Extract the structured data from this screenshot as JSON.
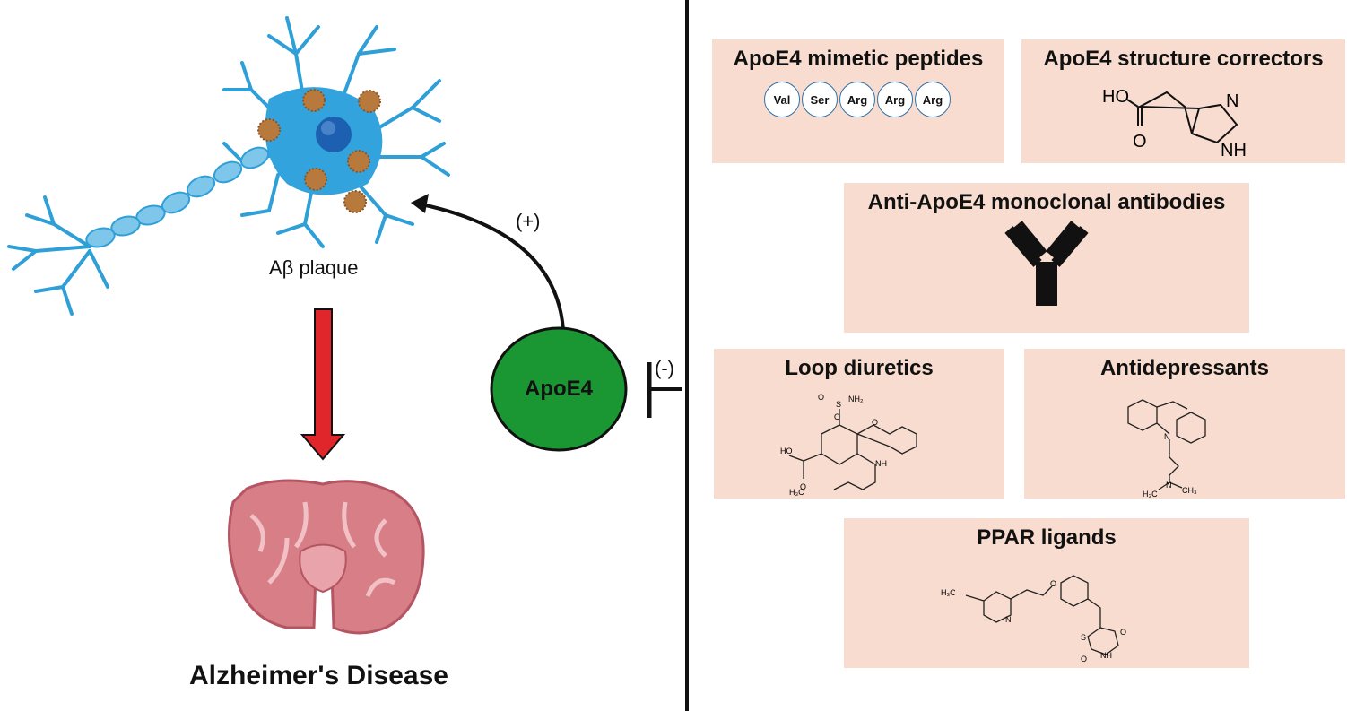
{
  "left": {
    "plaque_label": "Aβ plaque",
    "disease_label": "Alzheimer's Disease"
  },
  "center": {
    "apoe4_label": "ApoE4",
    "positive_sign": "(+)",
    "negative_sign": "(-)",
    "colors": {
      "apoe4_fill": "#1a9632",
      "arrow_red": "#e0262b"
    }
  },
  "panels": {
    "mimetic": {
      "title": "ApoE4 mimetic peptides",
      "residues": [
        "Val",
        "Ser",
        "Arg",
        "Arg",
        "Arg"
      ]
    },
    "correctors": {
      "title": "ApoE4 structure correctors",
      "atoms": [
        "HO",
        "O",
        "N",
        "NH"
      ]
    },
    "antibodies": {
      "title": "Anti-ApoE4 monoclonal antibodies"
    },
    "loop": {
      "title": "Loop diuretics",
      "atoms": [
        "O",
        "S",
        "NH₂",
        "O",
        "O",
        "HO",
        "O",
        "NH",
        "H₃C"
      ]
    },
    "antidepressants": {
      "title": "Antidepressants",
      "atoms": [
        "N",
        "N",
        "H₃C",
        "CH₃"
      ]
    },
    "ppar": {
      "title": "PPAR ligands",
      "atoms": [
        "H₃C",
        "N",
        "O",
        "S",
        "O",
        "NH",
        "O"
      ]
    },
    "panel_color": "#f8dccf"
  }
}
